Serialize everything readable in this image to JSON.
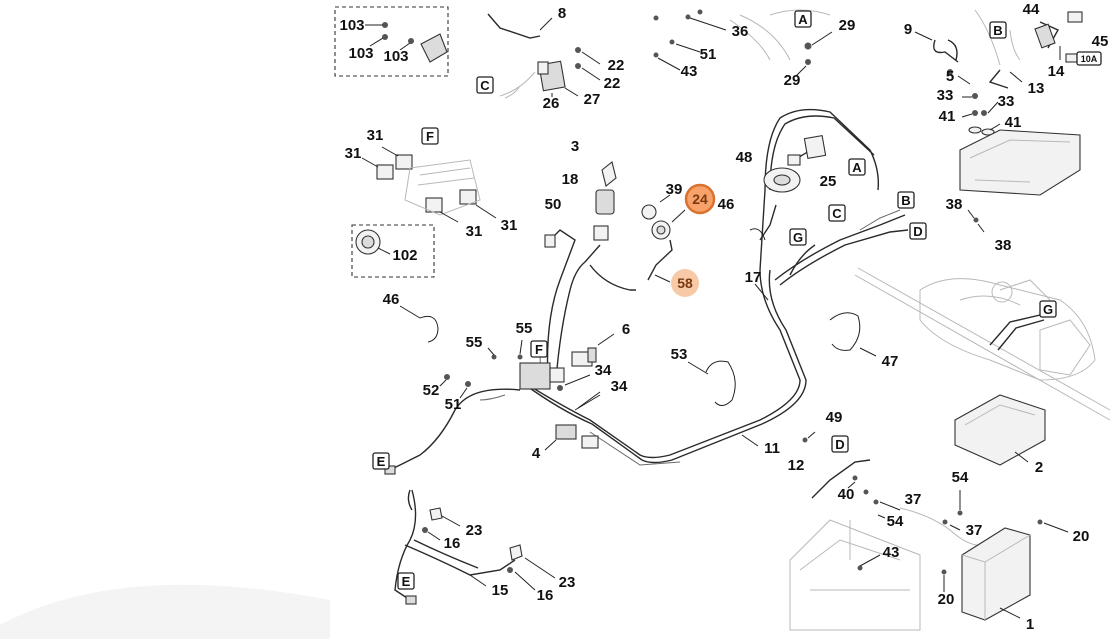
{
  "diagram": {
    "numbers": {
      "n103a": "103",
      "n103b": "103",
      "n103c": "103",
      "n8": "8",
      "n22a": "22",
      "n22b": "22",
      "n26": "26",
      "n27": "27",
      "n36": "36",
      "n51a": "51",
      "n43a": "43",
      "n29a": "29",
      "n29b": "29",
      "n9": "9",
      "n44": "44",
      "n45": "45",
      "n14": "14",
      "n5": "5",
      "n13": "13",
      "n33a": "33",
      "n33b": "33",
      "n41a": "41",
      "n41b": "41",
      "n31a": "31",
      "n31b": "31",
      "n31c": "31",
      "n31d": "31",
      "n3": "3",
      "n18": "18",
      "n48": "48",
      "n25": "25",
      "n39": "39",
      "n24": "24",
      "n46a": "46",
      "n50": "50",
      "n58": "58",
      "n102": "102",
      "n38a": "38",
      "n38b": "38",
      "n46b": "46",
      "n17": "17",
      "n6": "6",
      "n55a": "55",
      "n55b": "55",
      "n53": "53",
      "n47": "47",
      "n34a": "34",
      "n34b": "34",
      "n52": "52",
      "n51b": "51",
      "n4": "4",
      "n11": "11",
      "n49": "49",
      "n12": "12",
      "n40": "40",
      "n37a": "37",
      "n37b": "37",
      "n54a": "54",
      "n54b": "54",
      "n2": "2",
      "n20a": "20",
      "n20b": "20",
      "n43b": "43",
      "n23a": "23",
      "n23b": "23",
      "n16a": "16",
      "n16b": "16",
      "n15": "15",
      "n1": "1"
    },
    "letters": {
      "a1": "A",
      "a2": "A",
      "b1": "B",
      "b2": "B",
      "c1": "C",
      "c2": "C",
      "d1": "D",
      "d2": "D",
      "e1": "E",
      "e2": "E",
      "f1": "F",
      "f2": "F",
      "g1": "G",
      "g2": "G"
    },
    "fuse_label": "10A",
    "colors": {
      "highlight_fill": "#f6a26a",
      "highlight_stroke": "#d8722e",
      "light_highlight": "#f8c9a6"
    }
  }
}
